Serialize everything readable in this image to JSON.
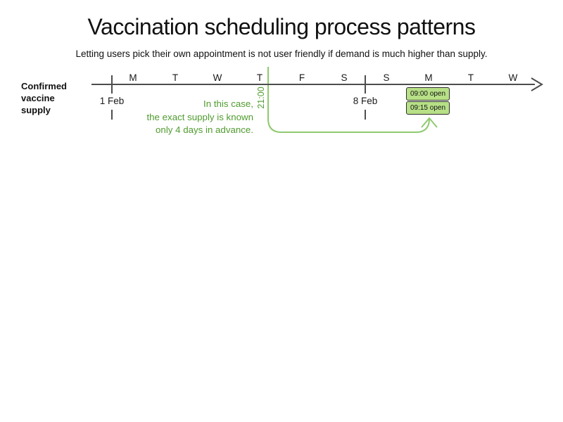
{
  "title": "Vaccination scheduling process patterns",
  "subtitle": "Letting users pick their own appointment is not user friendly if demand is much higher than supply.",
  "timeline": {
    "axis_label": "Confirmed vaccine supply",
    "days": [
      "M",
      "T",
      "W",
      "T",
      "F",
      "S",
      "S",
      "M",
      "T",
      "W"
    ],
    "date_markers": [
      {
        "label": "1 Feb"
      },
      {
        "label": "8 Feb"
      }
    ],
    "supply_known_time": "21:00",
    "annotation_lines": [
      "In this case,",
      "the exact supply is known",
      "only 4 days in advance."
    ],
    "slots": [
      {
        "label": "09:00 open"
      },
      {
        "label": "09:15 open"
      }
    ]
  },
  "colors": {
    "axis": "#4d4d4d",
    "green_line": "#8fca6f",
    "green_text": "#4f9b2e",
    "slot_fill": "#b7e087",
    "slot_border": "#2d2d2d",
    "text": "#111111"
  }
}
